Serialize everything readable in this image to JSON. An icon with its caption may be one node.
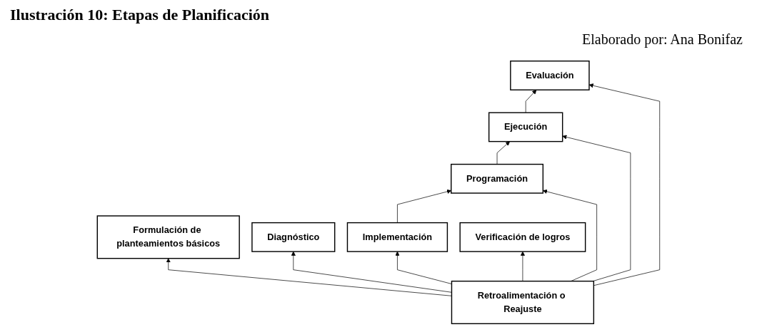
{
  "diagram": {
    "title": "Ilustración 10: Etapas de Planificación",
    "nodes": [
      {
        "text": [
          "Formulación de planteamientos básicos"
        ]
      },
      {
        "text": [
          "Diagnóstico"
        ]
      },
      {
        "text": [
          "Implementación"
        ]
      },
      {
        "text": [
          "Programación"
        ]
      },
      {
        "text": [
          "Ejecución"
        ]
      },
      {
        "text": [
          "Evaluación"
        ]
      },
      {
        "text": [
          "Verificación de logros"
        ]
      },
      {
        "text": [
          "Retroalimentación o Reajuste"
        ]
      }
    ],
    "edges": [
      {
        "from": 2,
        "to": 3,
        "arrow": "to"
      },
      {
        "from": 3,
        "to": 4,
        "arrow": "to"
      },
      {
        "from": 4,
        "to": 5,
        "arrow": "to"
      },
      {
        "from": 7,
        "to": 0,
        "arrow": "to"
      },
      {
        "from": 7,
        "to": 1,
        "arrow": "to"
      },
      {
        "from": 7,
        "to": 2,
        "arrow": "to"
      },
      {
        "from": 7,
        "to": 3,
        "arrow": "to"
      },
      {
        "from": 7,
        "to": 4,
        "arrow": "to"
      },
      {
        "from": 7,
        "to": 5,
        "arrow": "to"
      },
      {
        "from": 7,
        "to": 6,
        "arrow": "to"
      }
    ],
    "labels": [
      "Elaborado por: Ana Bonifaz"
    ]
  }
}
